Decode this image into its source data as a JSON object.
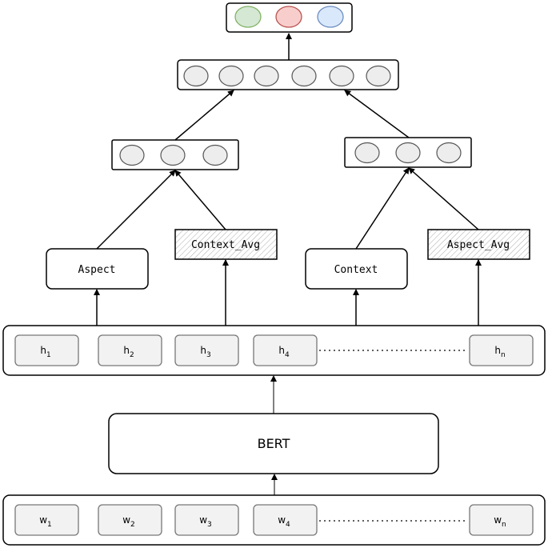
{
  "colors": {
    "stroke": "#000000",
    "token_fill": "#f2f2f2",
    "token_stroke": "#777777",
    "neuron_fill": "#ededed",
    "neuron_stroke": "#555555",
    "class_green_fill": "#d5e8d4",
    "class_green_stroke": "#82b366",
    "class_red_fill": "#f8cecc",
    "class_red_stroke": "#b85450",
    "class_blue_fill": "#dae8fc",
    "class_blue_stroke": "#6c8ebf",
    "hatch": "#aaaaaa"
  },
  "encoder": {
    "label": "BERT"
  },
  "hidden_states": [
    {
      "base": "h",
      "sub": "1"
    },
    {
      "base": "h",
      "sub": "2"
    },
    {
      "base": "h",
      "sub": "3"
    },
    {
      "base": "h",
      "sub": "4"
    },
    {
      "base": "h",
      "sub": "n"
    }
  ],
  "input_tokens": [
    {
      "base": "w",
      "sub": "1"
    },
    {
      "base": "w",
      "sub": "2"
    },
    {
      "base": "w",
      "sub": "3"
    },
    {
      "base": "w",
      "sub": "4"
    },
    {
      "base": "w",
      "sub": "n"
    }
  ],
  "representations": {
    "aspect": "Aspect",
    "context_avg": "Context_Avg",
    "context": "Context",
    "aspect_avg": "Aspect_Avg"
  }
}
